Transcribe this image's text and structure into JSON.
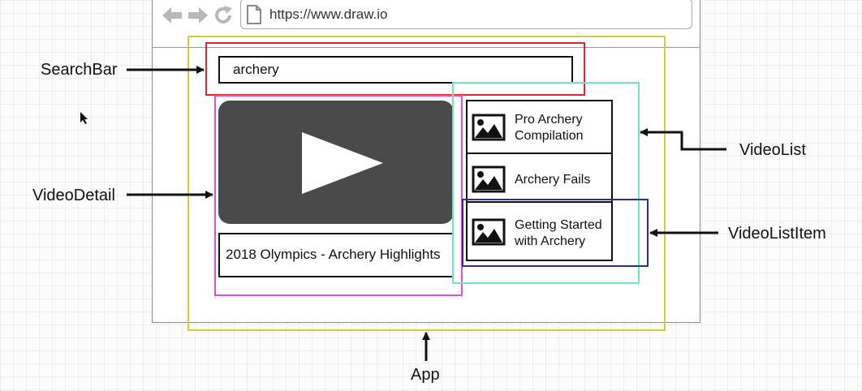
{
  "browser": {
    "url": "https://www.draw.io",
    "back_icon": "arrow-left-icon",
    "forward_icon": "arrow-right-icon",
    "reload_icon": "reload-icon",
    "page_icon": "document-icon"
  },
  "search_bar": {
    "value": "archery"
  },
  "video_detail": {
    "title": "2018 Olympics - Archery Highlights",
    "player_icon": "play-icon"
  },
  "video_list": {
    "items": [
      {
        "line1": "Pro Archery",
        "line2": "Compilation",
        "icon": "image-icon"
      },
      {
        "line1": "Archery Fails",
        "line2": "",
        "icon": "image-icon"
      },
      {
        "line1": "Getting Started",
        "line2": "with Archery",
        "icon": "image-icon"
      }
    ]
  },
  "annotations": {
    "search_bar": "SearchBar",
    "video_detail": "VideoDetail",
    "video_list": "VideoList",
    "video_list_item": "VideoListItem",
    "app": "App"
  },
  "colors": {
    "app": "#cfcf3a",
    "search_bar": "#e5222d",
    "video_detail": "#e04fd0",
    "video_list": "#6ee8b6",
    "video_list_item": "#2b2aa6"
  }
}
